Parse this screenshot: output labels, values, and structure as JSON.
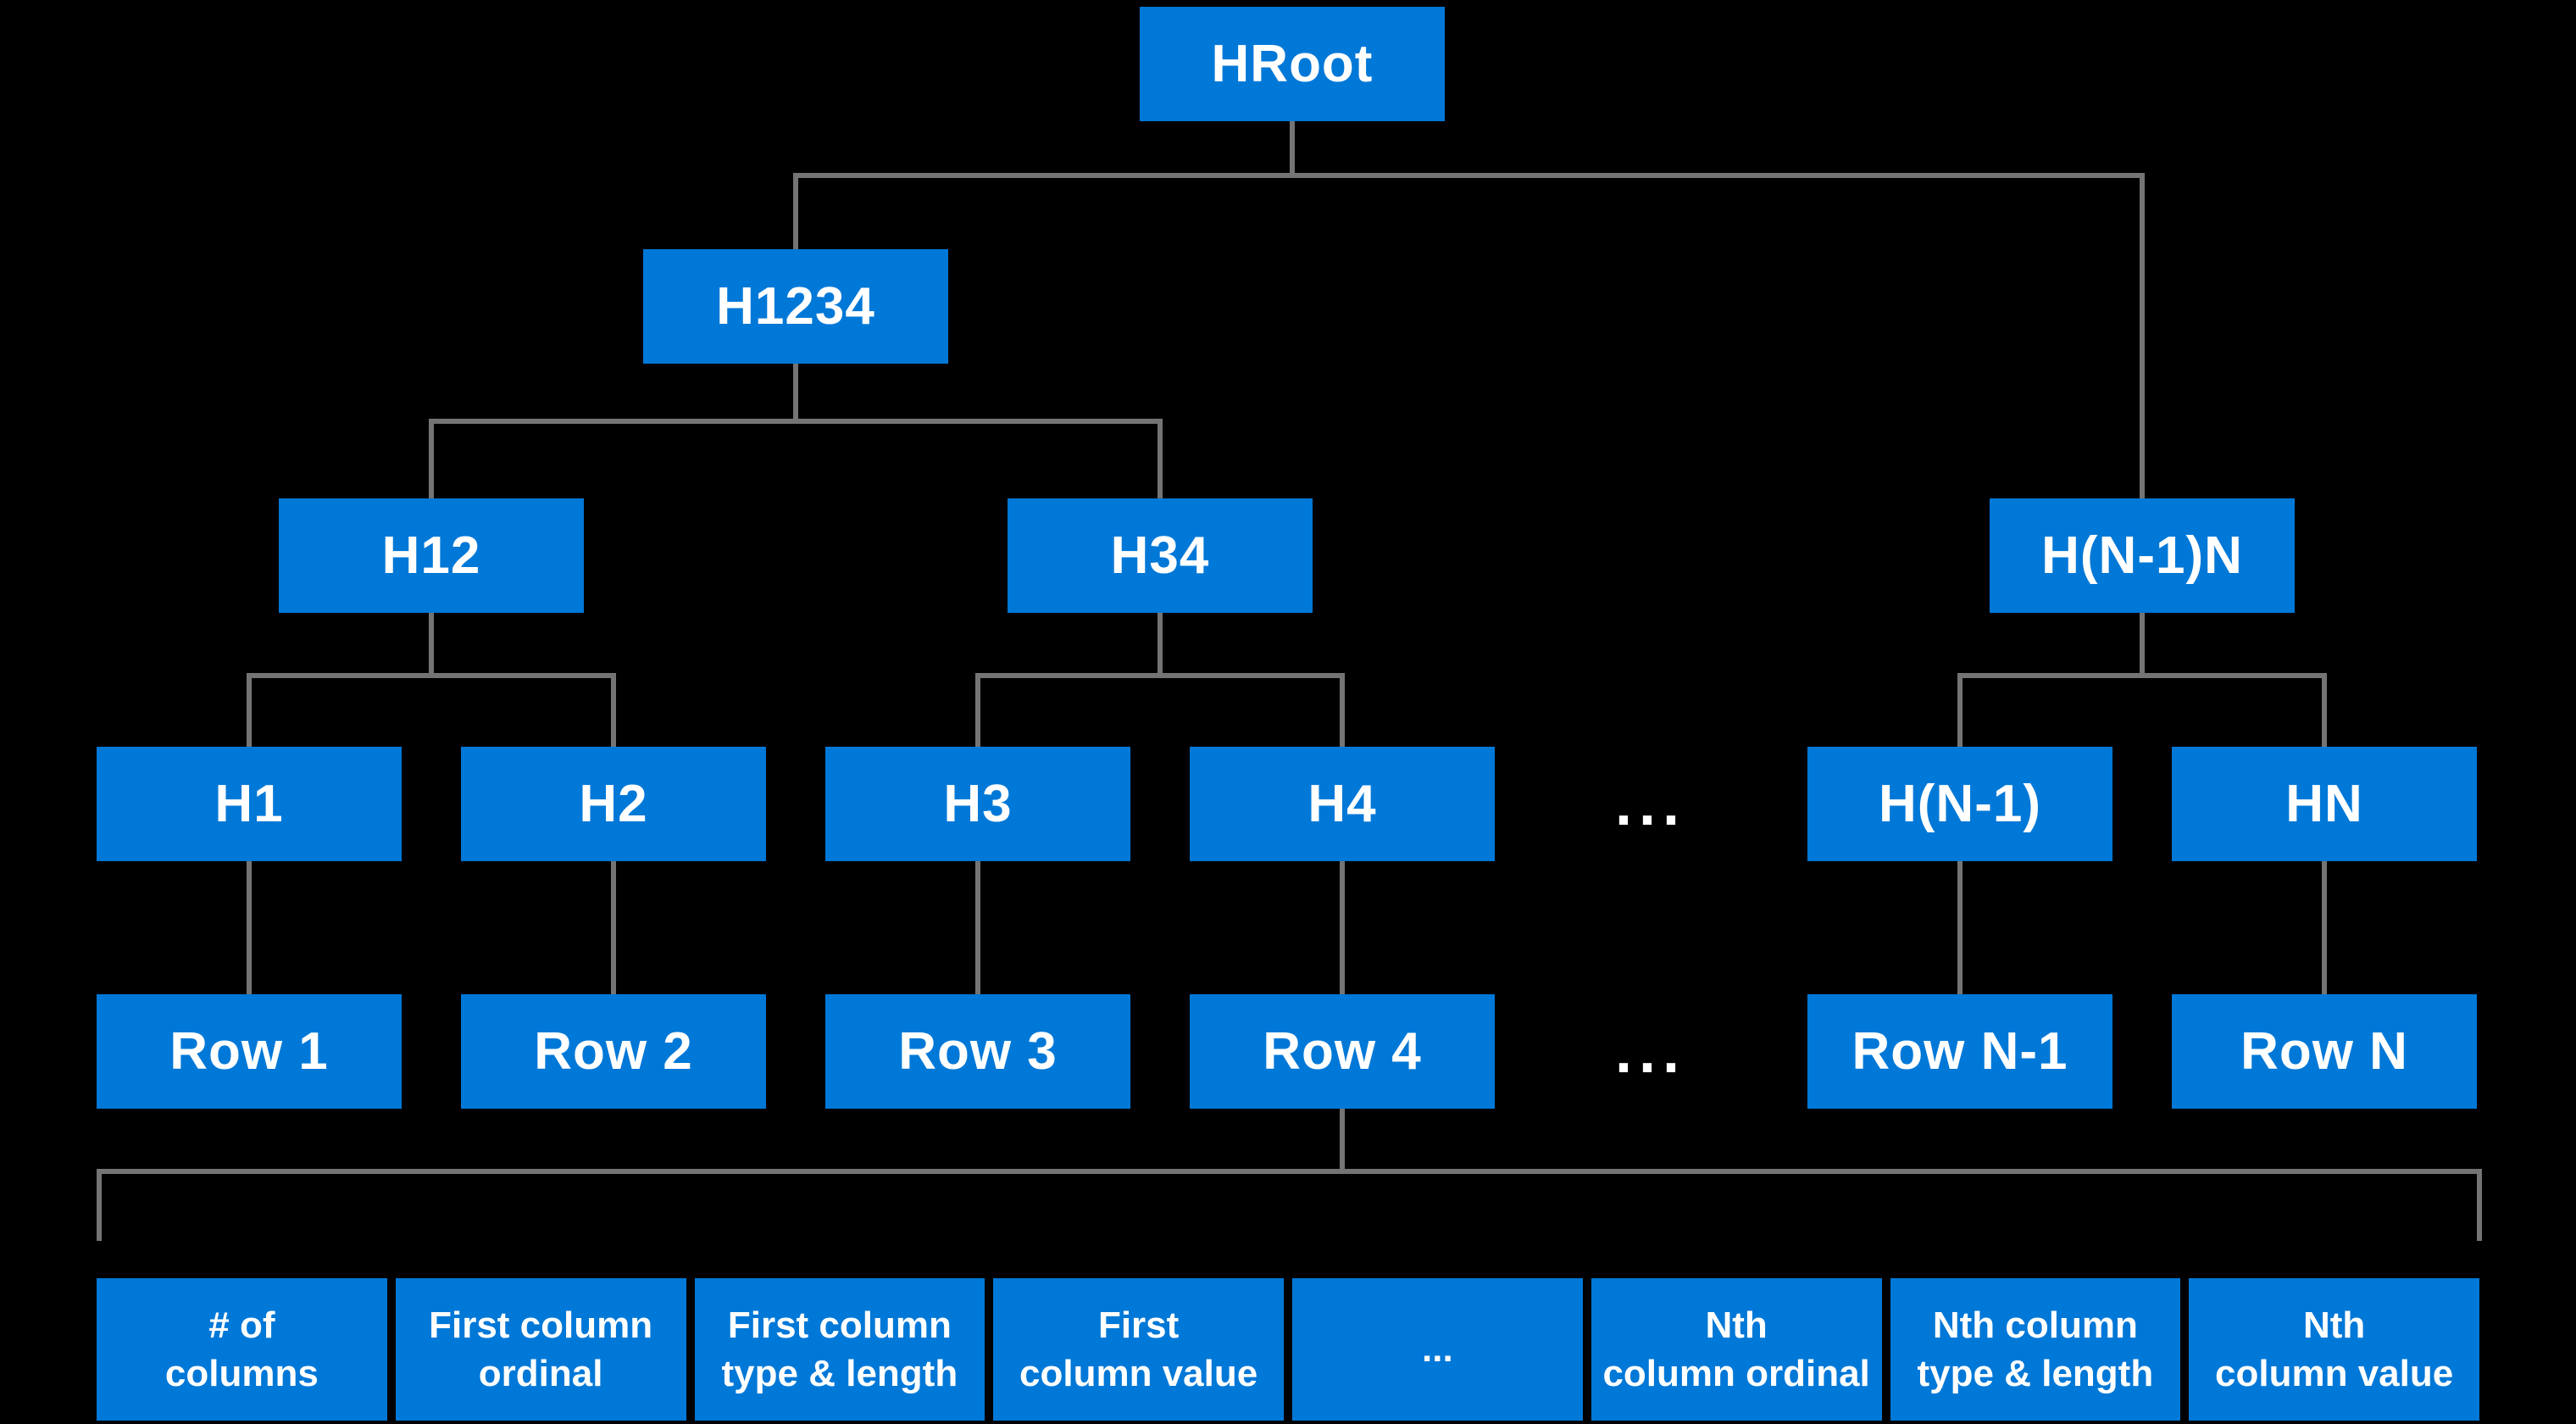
{
  "diagram": {
    "nodes": {
      "hroot": {
        "label": "HRoot"
      },
      "h1234": {
        "label": "H1234"
      },
      "h12": {
        "label": "H12"
      },
      "h34": {
        "label": "H34"
      },
      "hn1n": {
        "label": "H(N-1)N"
      },
      "h1": {
        "label": "H1"
      },
      "h2": {
        "label": "H2"
      },
      "h3": {
        "label": "H3"
      },
      "h4": {
        "label": "H4"
      },
      "hn1": {
        "label": "H(N-1)"
      },
      "hn": {
        "label": "HN"
      },
      "row1": {
        "label": "Row 1"
      },
      "row2": {
        "label": "Row 2"
      },
      "row3": {
        "label": "Row 3"
      },
      "row4": {
        "label": "Row 4"
      },
      "rown1": {
        "label": "Row N-1"
      },
      "rown": {
        "label": "Row N"
      }
    },
    "ellipsis": {
      "hash_level": "...",
      "row_level": "..."
    },
    "record": {
      "cells": [
        {
          "label": "# of\ncolumns"
        },
        {
          "label": "First column\nordinal"
        },
        {
          "label": "First column\ntype & length"
        },
        {
          "label": "First\ncolumn value"
        },
        {
          "label": "..."
        },
        {
          "label": "Nth\ncolumn ordinal"
        },
        {
          "label": "Nth column\ntype & length"
        },
        {
          "label": "Nth\ncolumn value"
        }
      ]
    }
  },
  "colors": {
    "box_blue": "#0078D7",
    "line_gray": "#747474",
    "text_white": "#FFFFFF",
    "background": "#000000"
  }
}
